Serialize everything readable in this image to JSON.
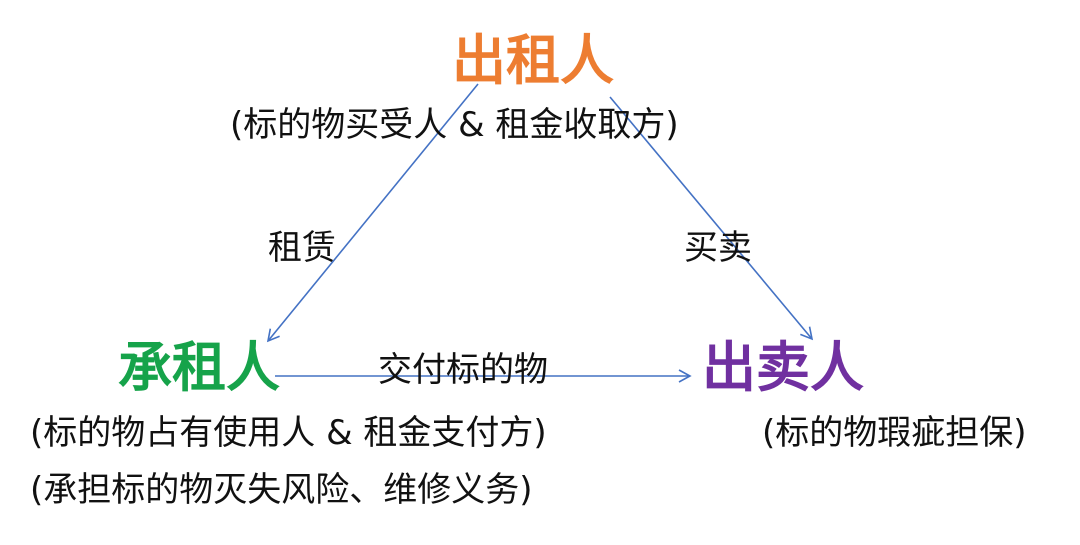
{
  "nodes": {
    "lessor": {
      "title": "出租人",
      "note": "(标的物买受人 & 租金收取方)",
      "color": "#ED7D31"
    },
    "lessee": {
      "title": "承租人",
      "note_1": "(标的物占有使用人 & 租金支付方)",
      "note_2": "(承担标的物灭失风险、维修义务)",
      "color": "#16A34A"
    },
    "seller": {
      "title": "出卖人",
      "note": "(标的物瑕疵担保)",
      "color": "#7030A0"
    }
  },
  "edges": {
    "lease": "租赁",
    "sale": "买卖",
    "deliver": "交付标的物"
  },
  "arrow_color": "#4472C4"
}
